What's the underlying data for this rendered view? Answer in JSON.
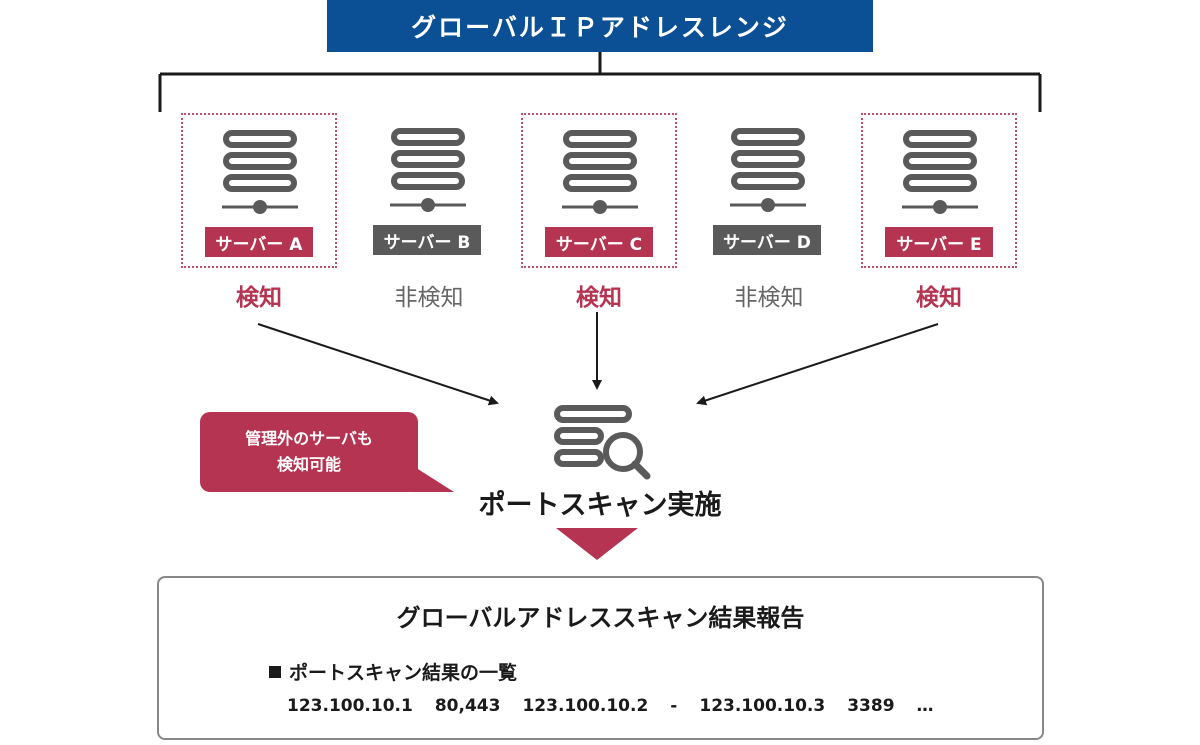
{
  "header": {
    "title": "グローバルＩＰアドレスレンジ"
  },
  "servers": [
    {
      "label": "サーバー A",
      "status": "検知",
      "detected": true
    },
    {
      "label": "サーバー B",
      "status": "非検知",
      "detected": false
    },
    {
      "label": "サーバー C",
      "status": "検知",
      "detected": true
    },
    {
      "label": "サーバー D",
      "status": "非検知",
      "detected": false
    },
    {
      "label": "サーバー E",
      "status": "検知",
      "detected": true
    }
  ],
  "callout": {
    "line1": "管理外のサーバも",
    "line2": "検知可能"
  },
  "scan": {
    "title": "ポートスキャン実施"
  },
  "report": {
    "title": "グローバルアドレススキャン結果報告",
    "subhead": "ポートスキャン結果の一覧",
    "results": [
      "123.100.10.1",
      "80,443",
      "123.100.10.2",
      "-",
      "123.100.10.3",
      "3389",
      "…"
    ]
  },
  "colors": {
    "header_blue": "#0b4f94",
    "accent_red": "#b43452",
    "neutral_gray": "#5a5a5a"
  },
  "icons": {
    "server": "server-rack-icon",
    "scan": "server-search-icon"
  }
}
